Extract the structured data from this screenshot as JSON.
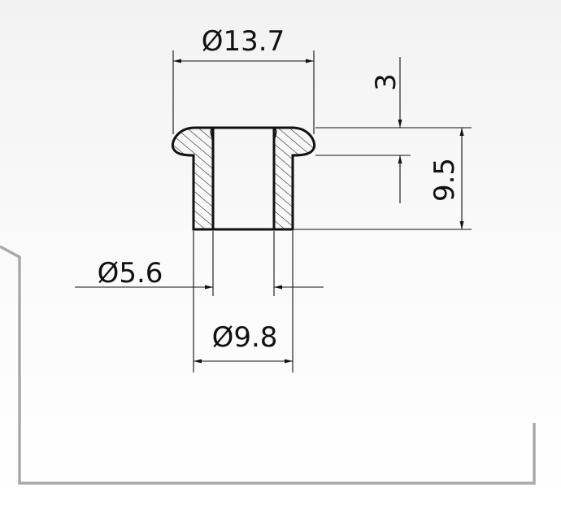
{
  "drawing": {
    "dimensions": {
      "flange_diameter": "Ø13.7",
      "flange_height": "3",
      "total_height": "9.5",
      "inner_diameter": "Ø5.6",
      "outer_diameter": "Ø9.8"
    },
    "colors": {
      "background": "#ffffff",
      "frame": "#a9a9a9",
      "line": "#111111",
      "hatch": "#111111"
    }
  }
}
